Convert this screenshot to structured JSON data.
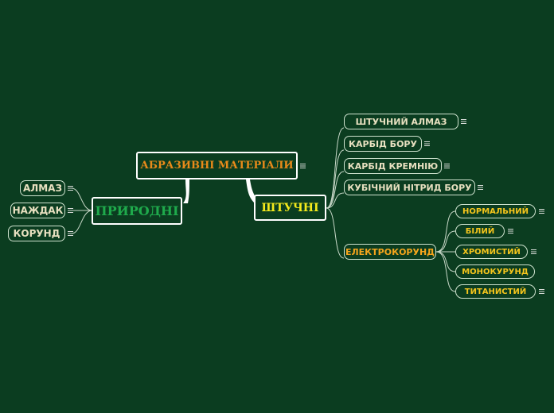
{
  "colors": {
    "background": "#0b3d20",
    "root_text": "#e98a1a",
    "natural_text": "#1faa4c",
    "artificial_text": "#f5ea1c",
    "electrocorundum_text": "#f5a51c",
    "sub_text": "#f5c51c",
    "leaf_text": "#e8e0c0",
    "line": "#c8d8c8"
  },
  "root": {
    "label": "АБРАЗИВНІ  МАТЕРІАЛИ"
  },
  "natural": {
    "label": "ПРИРОДНІ",
    "children": [
      "АЛМАЗ",
      "НАЖДАК",
      "КОРУНД"
    ]
  },
  "artificial": {
    "label": "ШТУЧНІ",
    "children": [
      "ШТУЧНИЙ АЛМАЗ",
      "КАРБІД БОРУ",
      "КАРБІД КРЕМНІЮ",
      "КУБІЧНИЙ НІТРИД БОРУ"
    ]
  },
  "electrocorundum": {
    "label": "ЕЛЕКТРОКОРУНД",
    "children": [
      "НОРМАЛЬНИЙ",
      "БІЛИЙ",
      "ХРОМИСТИЙ",
      "МОНОКУРУНД",
      "ТИТАНИСТИЙ"
    ]
  }
}
